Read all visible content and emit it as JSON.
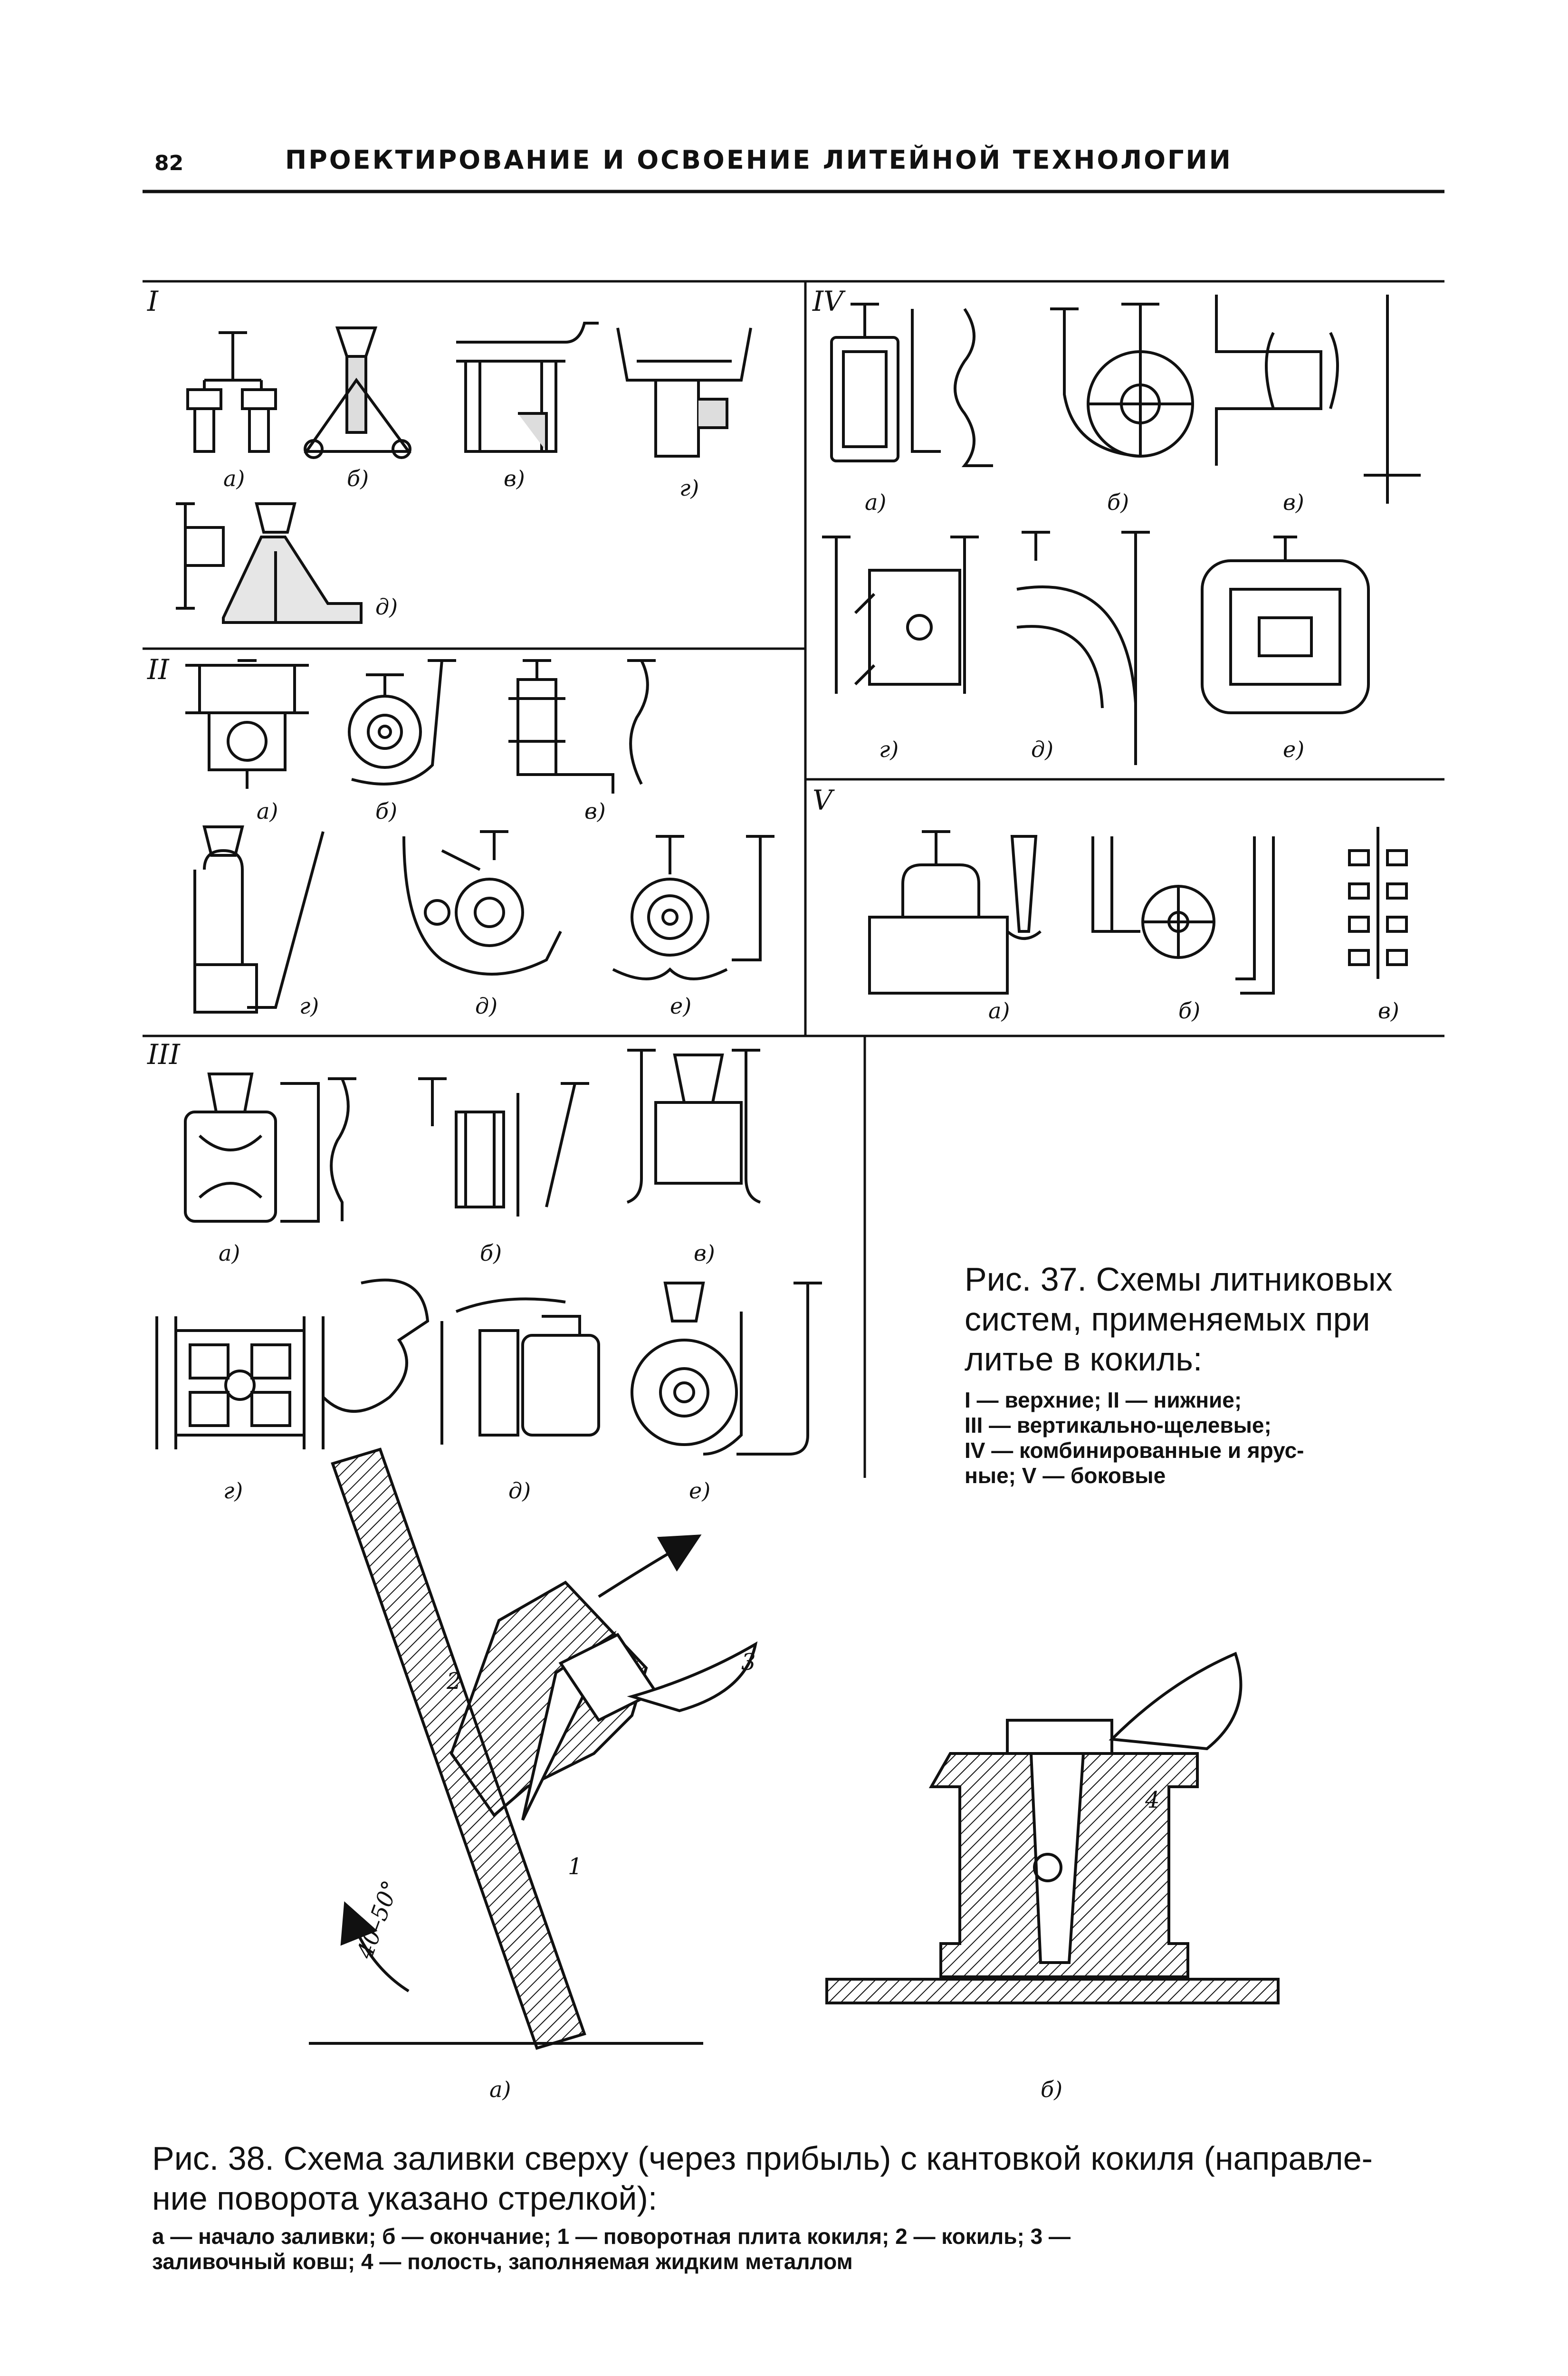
{
  "header": {
    "page_number": "82",
    "running_title": "ПРОЕКТИРОВАНИЕ И ОСВОЕНИЕ ЛИТЕЙНОЙ ТЕХНОЛОГИИ"
  },
  "figure37": {
    "sections": {
      "I": {
        "label": "I",
        "items": [
          "а)",
          "б)",
          "в)",
          "г)",
          "д)"
        ]
      },
      "II": {
        "label": "II",
        "items": [
          "а)",
          "б)",
          "в)",
          "г)",
          "д)",
          "е)"
        ]
      },
      "III": {
        "label": "III",
        "items": [
          "а)",
          "б)",
          "в)",
          "г)",
          "д)",
          "е)"
        ]
      },
      "IV": {
        "label": "IV",
        "items": [
          "а)",
          "б)",
          "в)",
          "г)",
          "д)",
          "е)"
        ]
      },
      "V": {
        "label": "V",
        "items": [
          "а)",
          "б)",
          "в)"
        ]
      }
    },
    "caption": {
      "title_line1": "Рис. 37. Схемы литниковых",
      "title_line2": "систем, применяемых при",
      "title_line3": "литье в кокиль:",
      "legend_line1": "I — верхние; II — нижние;",
      "legend_line2": "III — вертикально-щелевые;",
      "legend_line3": "IV — комбинированные и ярус-",
      "legend_line4": "ные; V — боковые"
    }
  },
  "figure38": {
    "labels": {
      "part_a": "а)",
      "part_b": "б)",
      "callout_1": "1",
      "callout_2": "2",
      "callout_3": "3",
      "callout_4": "4",
      "angle": "40–50°"
    },
    "caption": {
      "title_line1": "Рис. 38. Схема заливки сверху (через прибыль) с кантовкой кокиля (направле-",
      "title_line2": "ние поворота указано стрелкой):",
      "legend_line1": "а — начало заливки; б — окончание; 1 — поворотная плита кокиля; 2 — кокиль; 3 —",
      "legend_line2": "заливочный ковш; 4 — полость, заполняемая жидким металлом"
    }
  }
}
